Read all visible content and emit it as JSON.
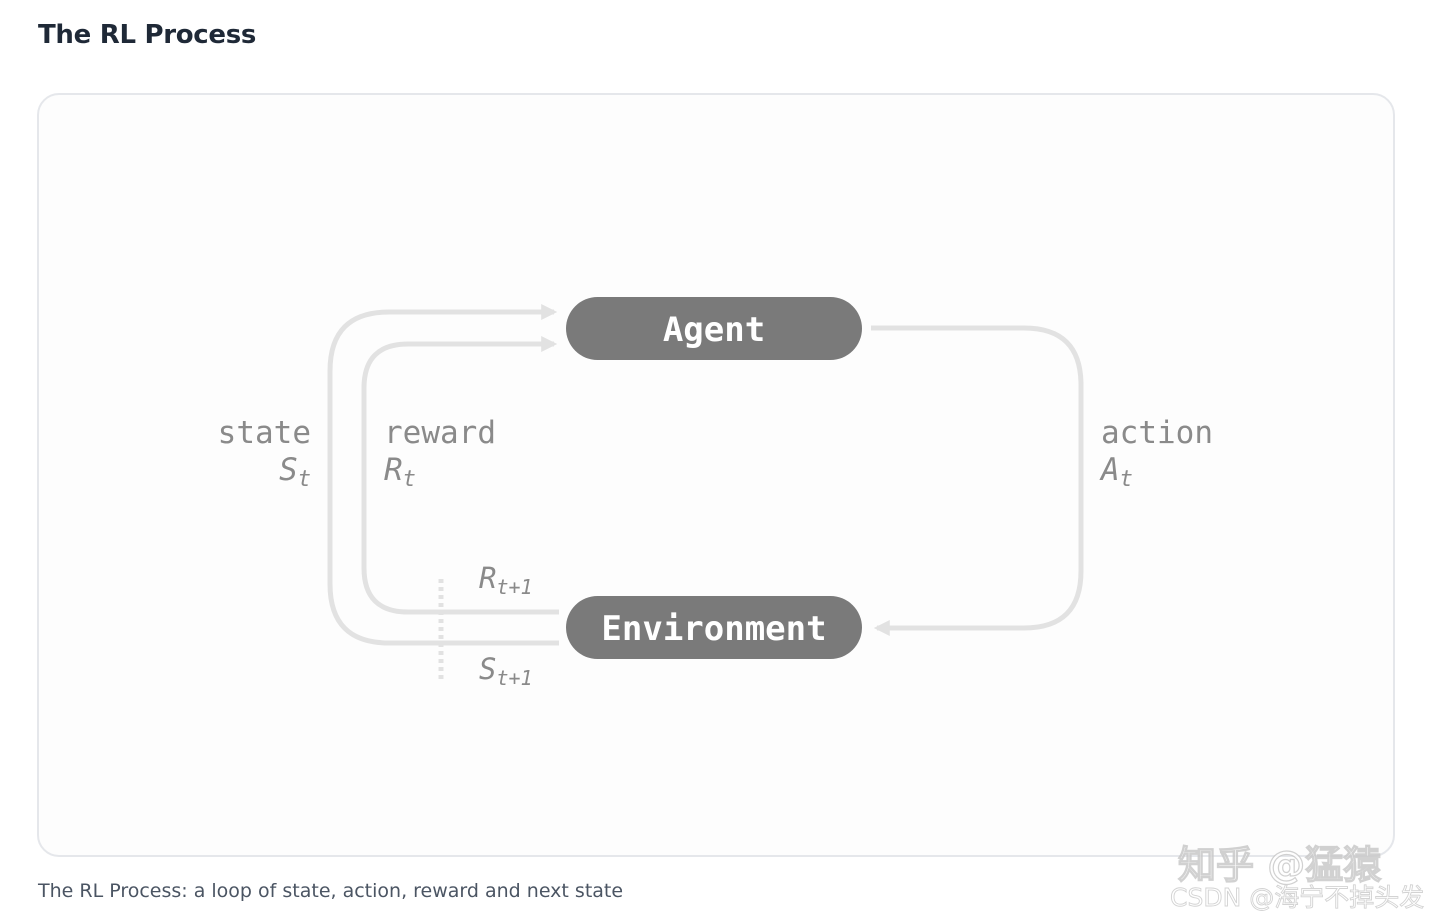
{
  "page": {
    "title": "The RL Process",
    "caption": "The RL Process: a loop of state, action, reward and next state"
  },
  "diagram": {
    "nodes": {
      "agent": "Agent",
      "environment": "Environment"
    },
    "labels": {
      "state_word": "state",
      "state_var": "S",
      "state_sub": "t",
      "reward_word": "reward",
      "reward_var": "R",
      "reward_sub": "t",
      "action_word": "action",
      "action_var": "A",
      "action_sub": "t",
      "next_reward_var": "R",
      "next_reward_sub": "t+1",
      "next_state_var": "S",
      "next_state_sub": "t+1"
    },
    "colors": {
      "node_fill": "#7a7a7a",
      "node_text": "#ffffff",
      "arrow": "#e2e2e2",
      "label": "#8a8a8a"
    }
  },
  "watermarks": {
    "zhihu": "知乎 @猛猿",
    "csdn": "CSDN @海宁不掉头发"
  }
}
